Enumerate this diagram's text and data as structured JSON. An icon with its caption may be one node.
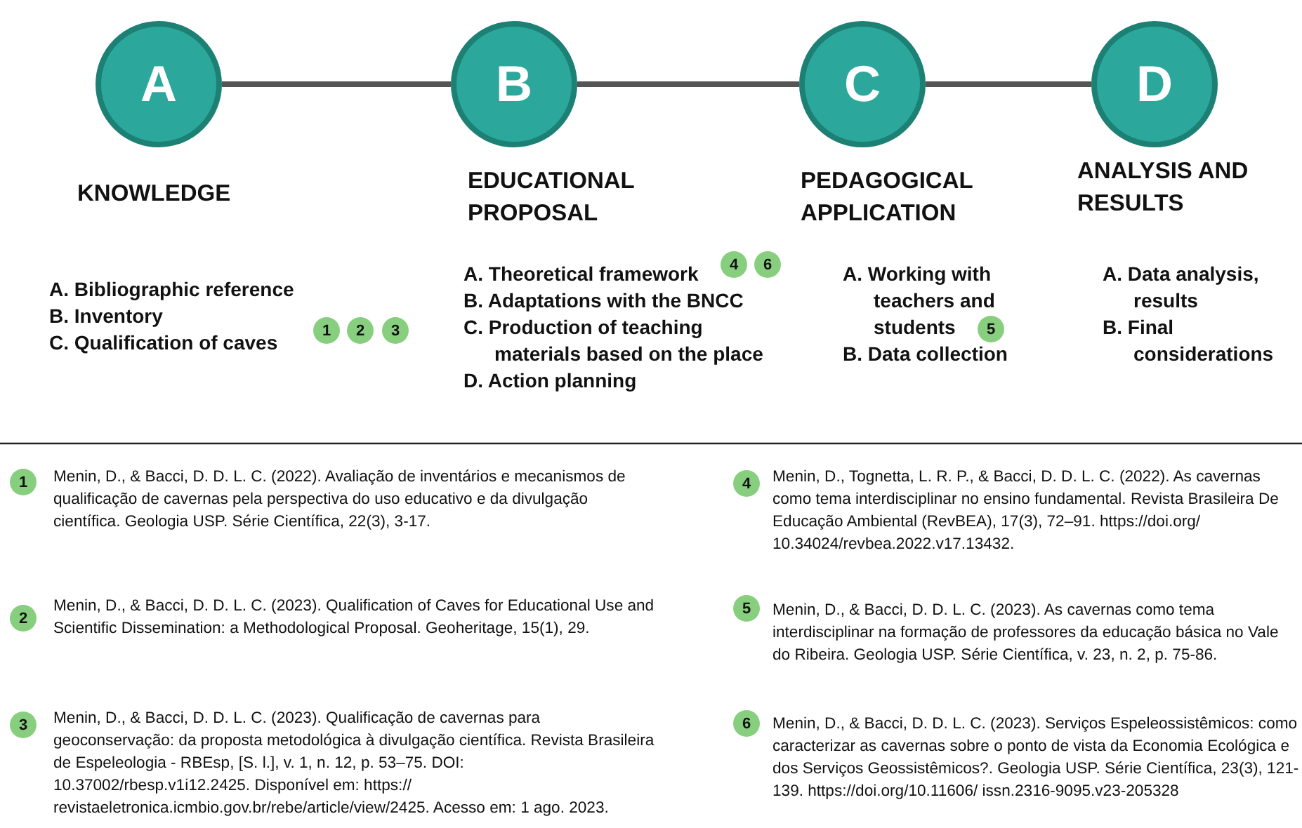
{
  "diagram": {
    "nodes": [
      {
        "text": [
          "A"
        ],
        "beside": [
          "KNOWLEDGE"
        ]
      },
      {
        "text": [
          "B"
        ],
        "beside": [
          "EDUCATIONAL PROPOSAL"
        ]
      },
      {
        "text": [
          "C"
        ],
        "beside": [
          "PEDAGOGICAL APPLICATION"
        ]
      },
      {
        "text": [
          "D"
        ],
        "beside": [
          "ANALYSIS AND RESULTS"
        ]
      }
    ],
    "edges": [
      {
        "from": 0,
        "to": 1,
        "arrow": "none"
      },
      {
        "from": 1,
        "to": 2,
        "arrow": "none"
      },
      {
        "from": 2,
        "to": 3,
        "arrow": "none"
      }
    ],
    "labels": [
      "A. Bibliographic reference",
      "B. Inventory",
      "C. Qualification of caves",
      "1",
      "2",
      "3",
      "A. Theoretical framework",
      "4",
      "6",
      "B. Adaptations with the BNCC",
      "C. Production of teaching materials based on the place",
      "D. Action planning",
      "A. Working with teachers and students",
      "5",
      "B. Data collection",
      "A. Data analysis, results",
      "B. Final considerations",
      "1",
      "Menin, D., & Bacci, D. D. L. C. (2022). Avaliação de inventários e mecanismos de qualificação de cavernas pela perspectiva do uso educativo e da divulgação científica. Geologia USP. Série Científica, 22(3), 3-17.",
      "4",
      "Menin, D., Tognetta, L. R. P., & Bacci, D. D. L. C. (2022). As cavernas como tema interdisciplinar no ensino fundamental. Revista Brasileira De Educação Ambiental (RevBEA), 17(3), 72–91. https://doi.org/ 10.34024/revbea.2022.v17.13432.",
      "2",
      "Menin, D., & Bacci, D. D. L. C. (2023). Qualification of Caves for Educational Use and Scientific Dissemination: a Methodological Proposal. Geoheritage, 15(1), 29.",
      "5",
      "Menin, D., & Bacci, D. D. L. C. (2023). As cavernas como tema interdisciplinar na formação de professores da educação básica no Vale do Ribeira. Geologia USP. Série Científica, v. 23, n. 2, p. 75-86.",
      "3",
      "Menin, D., & Bacci, D. D. L. C. (2023). Qualificação de cavernas para geoconservação: da proposta metodológica à divulgação científica. Revista Brasileira de Espeleologia - RBEsp, [S. l.], v. 1, n. 12, p. 53–75. DOI: 10.37002/rbesp.v1i12.2425. Disponível em: https:// revistaeletronica.icmbio.gov.br/rebe/article/view/2425. Acesso em: 1 ago. 2023.",
      "6",
      "Menin, D., & Bacci, D. D. L. C. (2023). Serviços Espeleossistêmicos: como caracterizar as cavernas sobre o ponto de vista da Economia Ecológica e dos Serviços Geossistêmicos?. Geologia USP. Série Científica, 23(3), 121-139. https://doi.org/10.11606/ issn.2316-9095.v23-205328"
    ]
  }
}
